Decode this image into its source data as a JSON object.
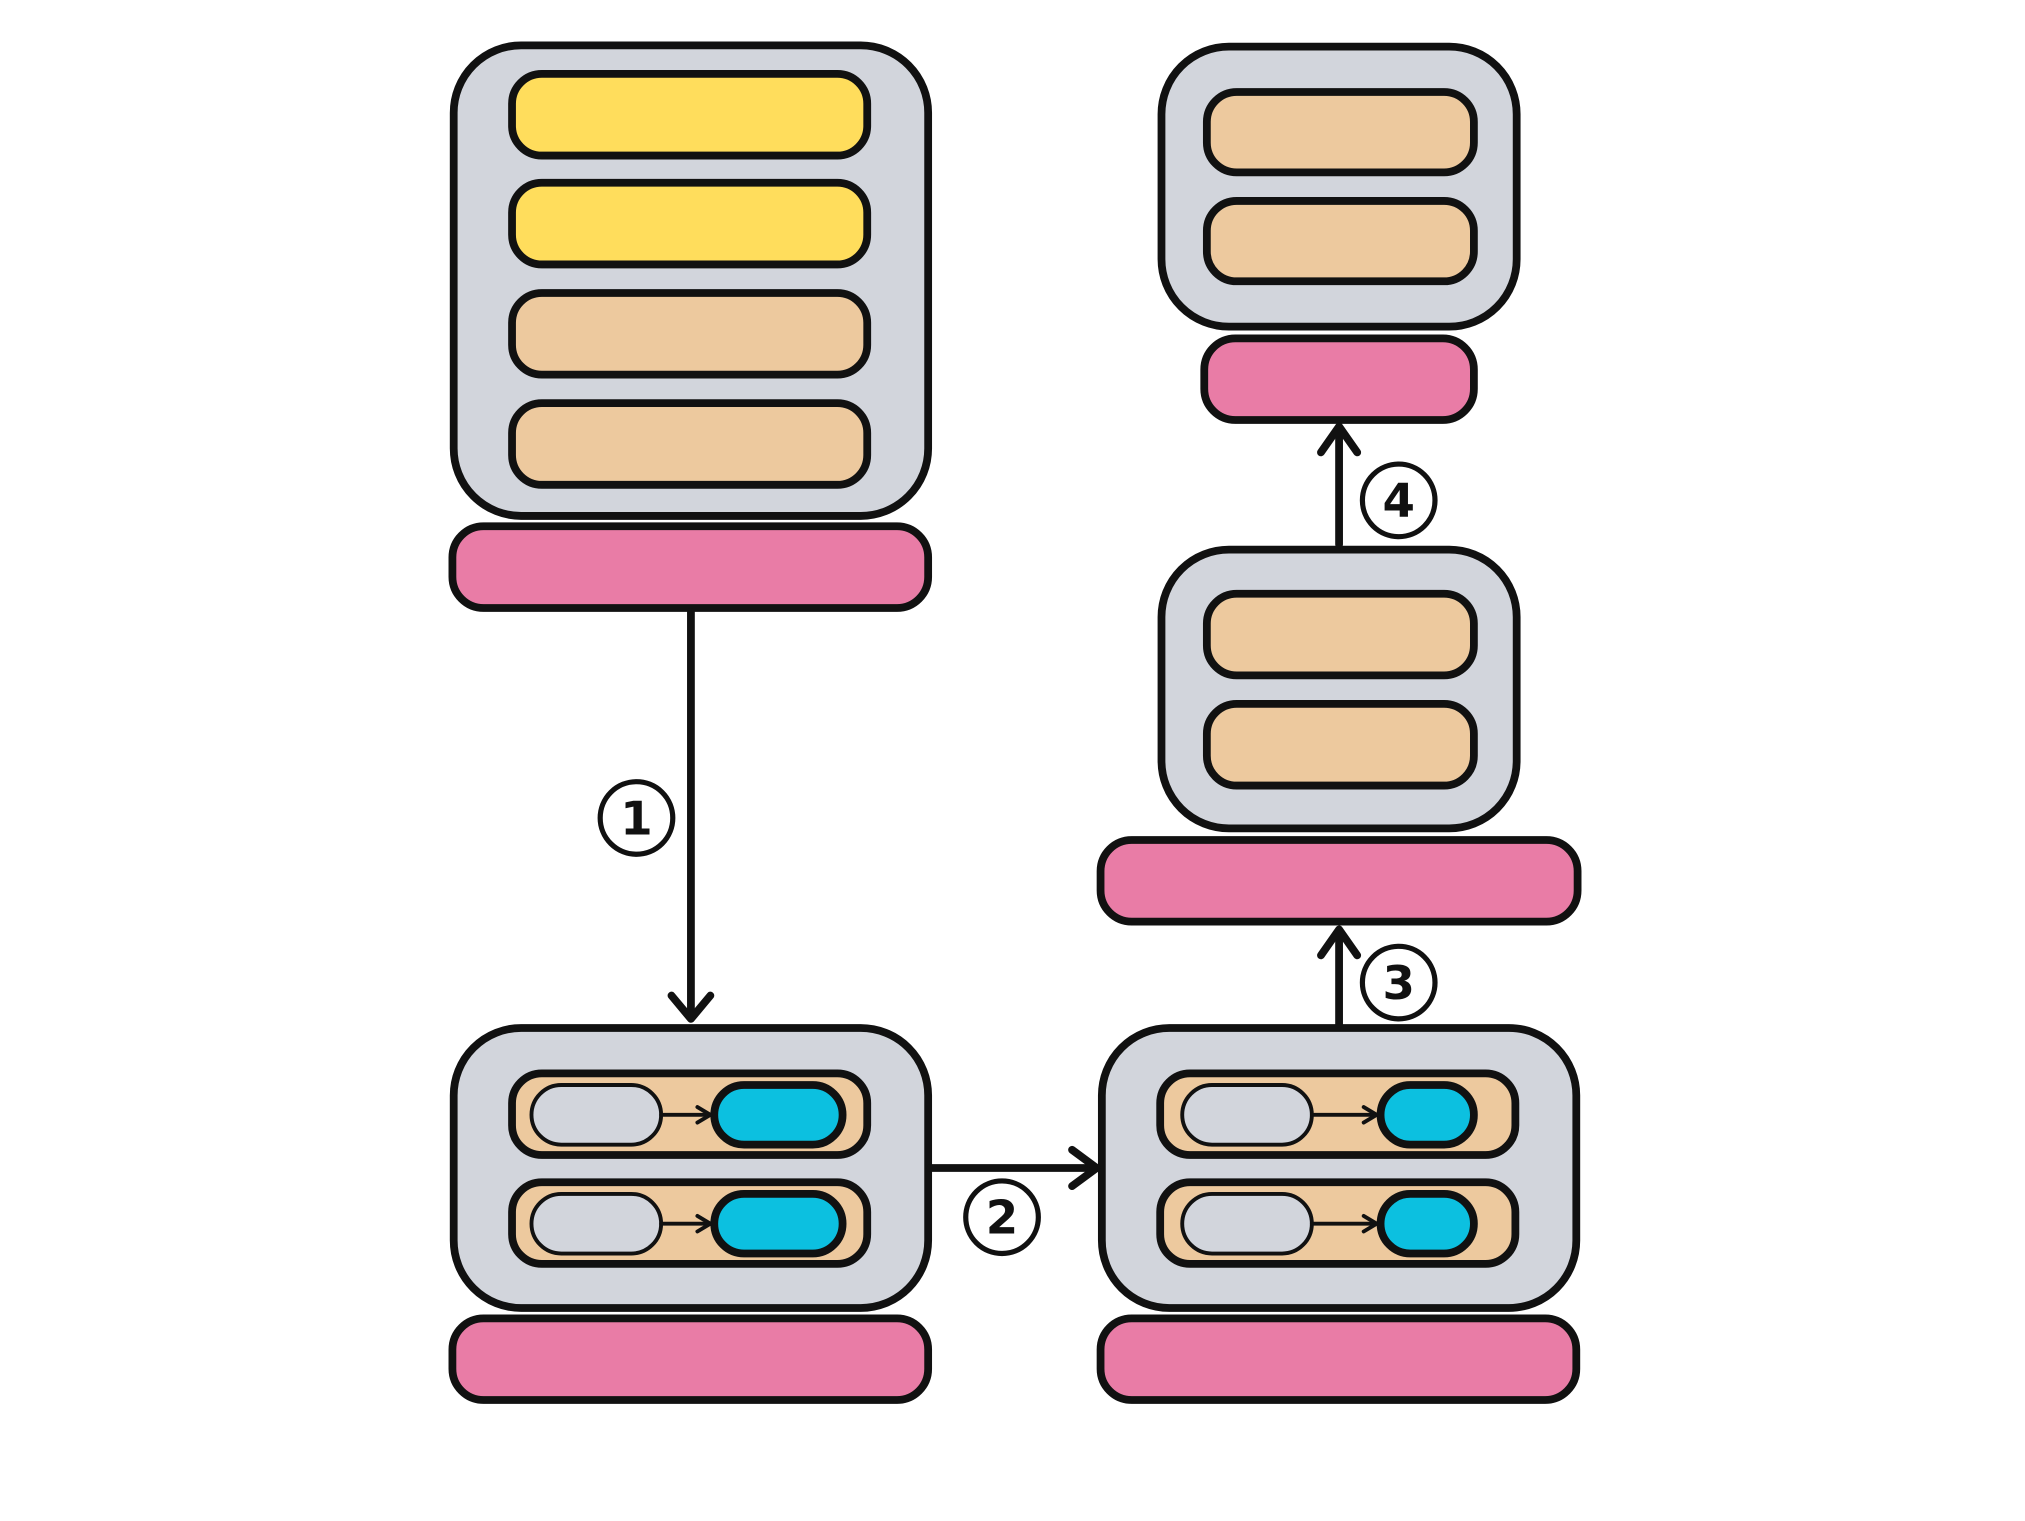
{
  "colors": {
    "outline": "#111111",
    "container_fill": "#d2d5dc",
    "yellow_block": "#ffdd5c",
    "tan_block": "#edc99e",
    "pink_bar": "#e97ca6",
    "cyan_pill": "#0cc0e0",
    "gray_pill": "#d2d5dc",
    "background": "#ffffff"
  },
  "steps": {
    "s1": "1",
    "s2": "2",
    "s3": "3",
    "s4": "4"
  },
  "icons": {
    "arrow_head": "arrow-head-icon",
    "step_marker": "circled-number"
  }
}
